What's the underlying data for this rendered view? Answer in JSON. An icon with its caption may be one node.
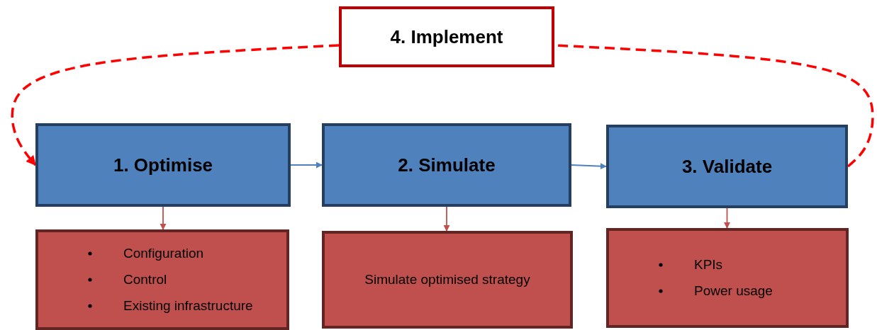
{
  "diagram": {
    "nodes": [
      {
        "text": [
          "4. Implement"
        ]
      },
      {
        "text": [
          "1. Optimise"
        ]
      },
      {
        "text": [
          "2. Simulate"
        ]
      },
      {
        "text": [
          "3. Validate"
        ]
      },
      {
        "text": [
          "Configuration",
          "Control",
          "Existing infrastructure"
        ]
      },
      {
        "text": [
          "Simulate optimised strategy"
        ]
      },
      {
        "text": [
          "KPIs",
          "Power usage"
        ]
      }
    ],
    "edges": [
      {
        "from": 0,
        "to": 1,
        "arrow": "to",
        "style": "dashed",
        "color": "#ff0000"
      },
      {
        "from": 1,
        "to": 2,
        "arrow": "to",
        "color": "#4f81bd"
      },
      {
        "from": 2,
        "to": 3,
        "arrow": "to",
        "color": "#4f81bd"
      },
      {
        "from": 3,
        "to": 0,
        "arrow": "none",
        "style": "dashed",
        "color": "#ff0000"
      },
      {
        "from": 1,
        "to": 4,
        "arrow": "to",
        "color": "#c0504d"
      },
      {
        "from": 2,
        "to": 5,
        "arrow": "to",
        "color": "#c0504d"
      },
      {
        "from": 3,
        "to": 6,
        "arrow": "to",
        "color": "#c0504d"
      }
    ]
  }
}
